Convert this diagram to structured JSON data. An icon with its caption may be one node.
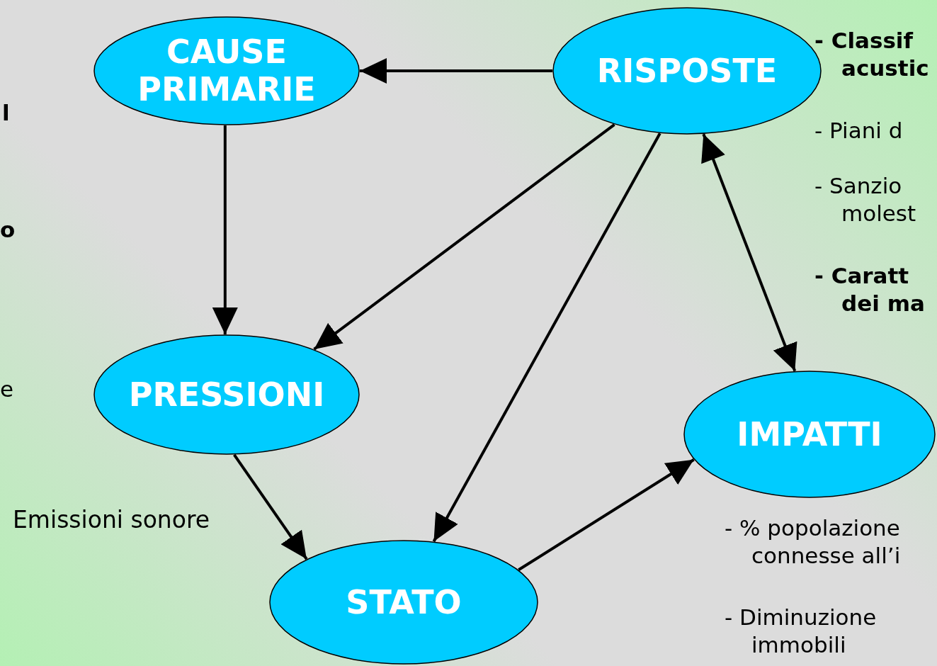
{
  "diagram": {
    "nodes": [
      {
        "text": [
          "CAUSE PRIMARIE"
        ]
      },
      {
        "text": [
          "RISPOSTE"
        ]
      },
      {
        "text": [
          "PRESSIONI"
        ]
      },
      {
        "text": [
          "IMPATTI"
        ]
      },
      {
        "text": [
          "STATO"
        ]
      }
    ],
    "edges": [
      {
        "from": 1,
        "to": 0,
        "arrow": "to"
      },
      {
        "from": 0,
        "to": 2,
        "arrow": "to"
      },
      {
        "from": 1,
        "to": 2,
        "arrow": "to"
      },
      {
        "from": 1,
        "to": 4,
        "arrow": "to"
      },
      {
        "from": 1,
        "to": 3,
        "arrow": "both"
      },
      {
        "from": 2,
        "to": 4,
        "arrow": "to",
        "label": "Emissioni sonore"
      },
      {
        "from": 4,
        "to": 3,
        "arrow": "to"
      }
    ],
    "labels": [
      "- Classif acustic",
      "l",
      "- Piani d",
      "- Sanzio molest",
      "o",
      "- Caratt dei ma",
      "e",
      "- % popolazione connesse all’i",
      "- Diminuzione immobili"
    ]
  }
}
